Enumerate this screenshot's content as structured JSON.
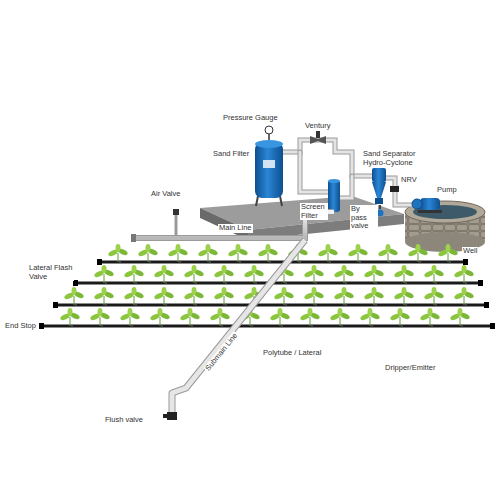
{
  "diagram": {
    "labels": [
      "Pressure Gauge",
      "Ventury",
      "Sand Filter",
      "Sand Separator Hydro-Cyclone",
      "NRV",
      "By pass valve",
      "Pump",
      "Well",
      "Screen Filter",
      "Air Valve",
      "Main Line",
      "Lateral Flash Valve",
      "End Stop",
      "Flush valve",
      "Submain Line",
      "Polytube / Lateral",
      "Dripper/Emitter"
    ]
  }
}
